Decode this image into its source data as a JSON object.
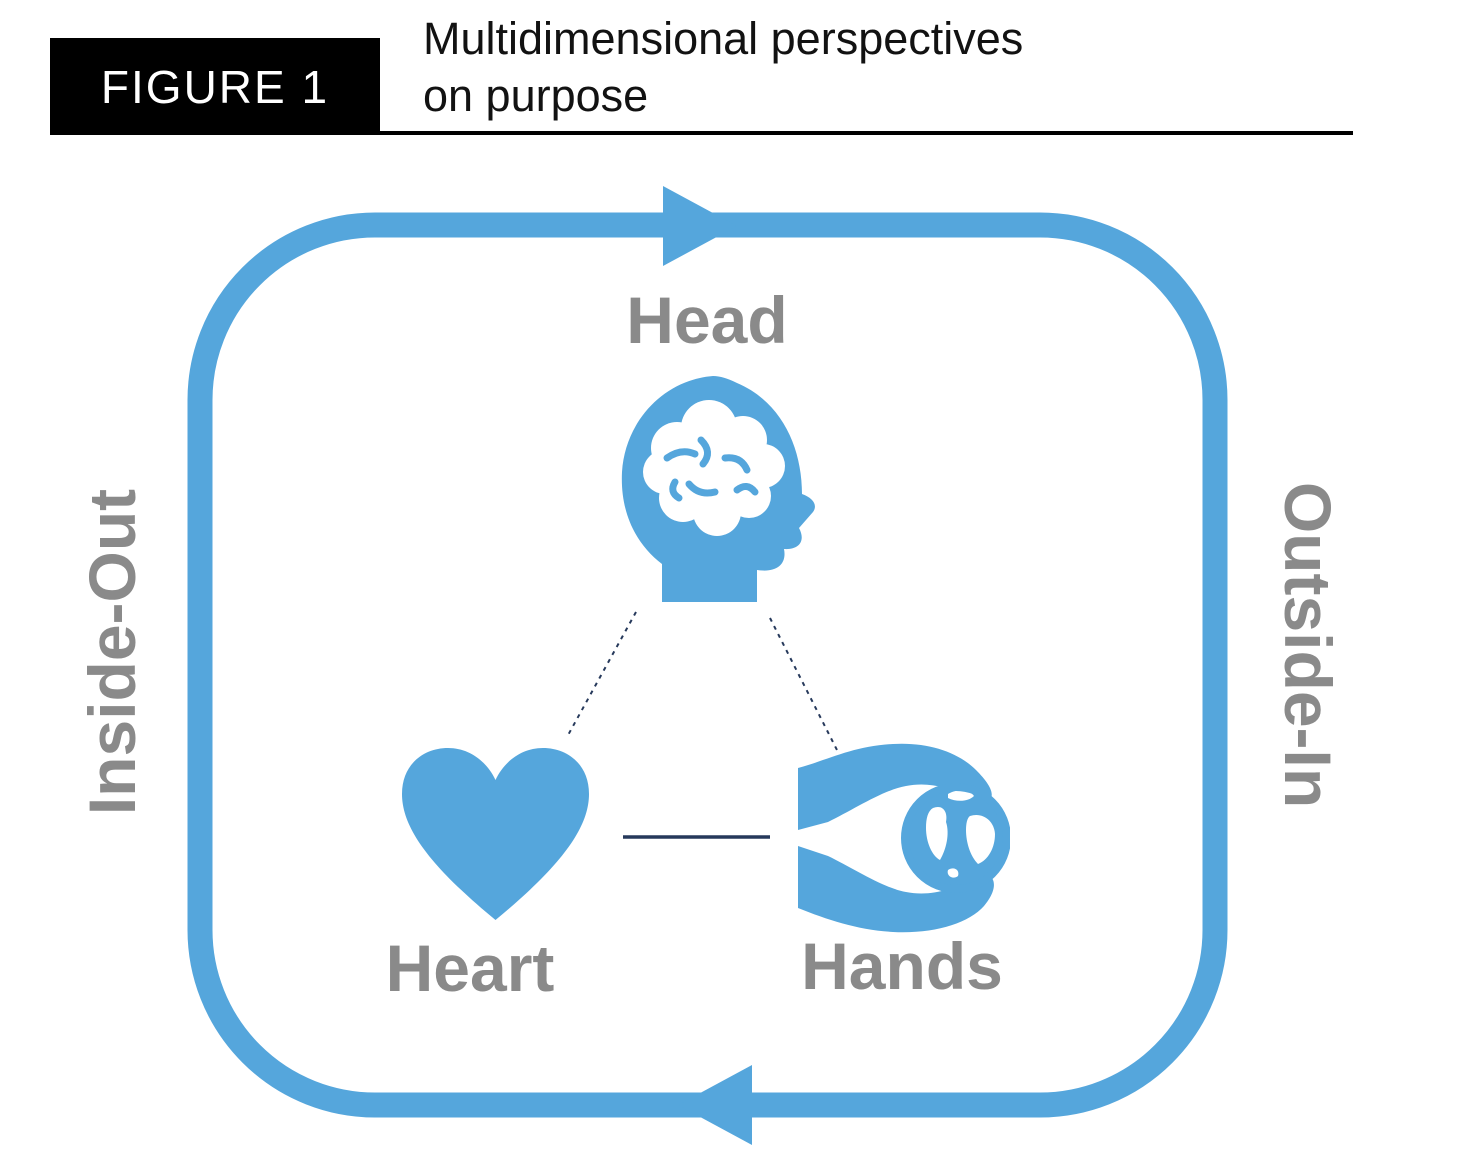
{
  "figure": {
    "label": "FIGURE 1",
    "title": "Multidimensional perspectives\non purpose"
  },
  "diagram": {
    "cycle": {
      "direction": "clockwise",
      "left_label": "Inside-Out",
      "right_label": "Outside-In"
    },
    "nodes": [
      {
        "id": "head",
        "label": "Head",
        "icon": "head-brain-icon"
      },
      {
        "id": "heart",
        "label": "Heart",
        "icon": "heart-icon"
      },
      {
        "id": "hands",
        "label": "Hands",
        "icon": "hands-globe-icon"
      }
    ]
  },
  "colors": {
    "accent_blue": "#55A6DC",
    "connector_navy": "#26395B",
    "label_gray": "#8A8A8A",
    "header_black": "#000000"
  }
}
